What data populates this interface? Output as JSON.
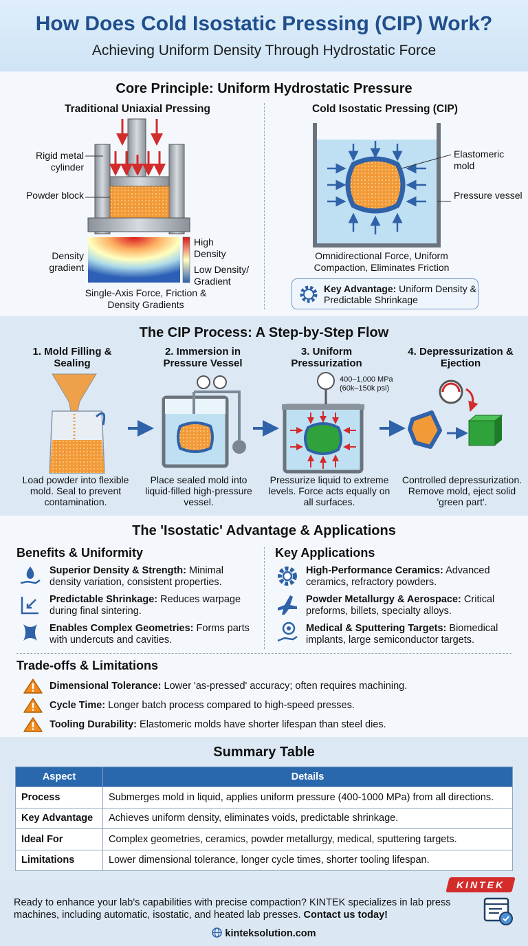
{
  "header": {
    "title": "How Does Cold Isostatic Pressing (CIP) Work?",
    "subtitle": "Achieving Uniform Density Through Hydrostatic Force"
  },
  "principle": {
    "title": "Core Principle: Uniform Hydrostatic Pressure",
    "left": {
      "title": "Traditional Uniaxial Pressing",
      "label_cylinder": "Rigid metal cylinder",
      "label_powder": "Powder block",
      "label_gradient": "Density gradient",
      "legend_high": "High Density",
      "legend_low": "Low Density/ Gradient",
      "caption": "Single-Axis Force, Friction & Density Gradients"
    },
    "right": {
      "title": "Cold Isostatic Pressing (CIP)",
      "label_mold": "Elastomeric mold",
      "label_vessel": "Pressure vessel",
      "caption": "Omnidirectional Force, Uniform Compaction, Eliminates Friction",
      "key_label": "Key Advantage:",
      "key_text": " Uniform Density & Predictable Shrinkage"
    }
  },
  "process": {
    "title": "The CIP Process: A Step-by-Step Flow",
    "steps": [
      {
        "title": "1. Mold Filling & Sealing",
        "desc": "Load powder into flexible mold. Seal to prevent contamination."
      },
      {
        "title": "2. Immersion in Pressure Vessel",
        "desc": "Place sealed mold into liquid-filled high-pressure vessel."
      },
      {
        "title": "3. Uniform Pressurization",
        "desc": "Pressurize liquid to extreme levels. Force acts equally on all surfaces."
      },
      {
        "title": "4. Depressurization & Ejection",
        "desc": "Controlled depressurization. Remove mold, eject solid 'green part'."
      }
    ],
    "pressure_label": "400–1,000 MPa",
    "pressure_label_psi": "(60k–150k psi)"
  },
  "advantage": {
    "title": "The 'Isostatic' Advantage & Applications",
    "benefits_title": "Benefits & Uniformity",
    "benefits": [
      {
        "icon": "droplet-hand-icon",
        "bold": "Superior Density & Strength:",
        "text": " Minimal density variation, consistent properties."
      },
      {
        "icon": "shrink-arrows-icon",
        "bold": "Predictable Shrinkage:",
        "text": " Reduces warpage during final sintering."
      },
      {
        "icon": "complex-shape-icon",
        "bold": "Enables Complex Geometries:",
        "text": " Forms parts with undercuts and cavities."
      }
    ],
    "apps_title": "Key Applications",
    "apps": [
      {
        "icon": "gear-icon",
        "bold": "High-Performance Ceramics:",
        "text": " Advanced ceramics, refractory powders."
      },
      {
        "icon": "airplane-icon",
        "bold": "Powder Metallurgy & Aerospace:",
        "text": " Critical preforms, billets, specialty alloys."
      },
      {
        "icon": "medical-hand-icon",
        "bold": "Medical & Sputtering Targets:",
        "text": " Biomedical implants, large semiconductor targets."
      }
    ],
    "tradeoffs_title": "Trade-offs & Limitations",
    "tradeoffs": [
      {
        "bold": "Dimensional Tolerance:",
        "text": " Lower 'as-pressed' accuracy; often requires machining."
      },
      {
        "bold": "Cycle Time:",
        "text": " Longer batch process compared to high-speed presses."
      },
      {
        "bold": "Tooling Durability:",
        "text": " Elastomeric molds have shorter lifespan than steel dies."
      }
    ]
  },
  "summary": {
    "title": "Summary Table",
    "headers": [
      "Aspect",
      "Details"
    ],
    "rows": [
      [
        "Process",
        "Submerges mold in liquid, applies uniform pressure (400-1000 MPa) from all directions."
      ],
      [
        "Key Advantage",
        "Achieves uniform density, eliminates voids, predictable shrinkage."
      ],
      [
        "Ideal For",
        "Complex geometries, ceramics, powder metallurgy, medical, sputtering targets."
      ],
      [
        "Limitations",
        "Lower dimensional tolerance, longer cycle times, shorter tooling lifespan."
      ]
    ]
  },
  "footer": {
    "logo": "KINTEK",
    "text": "Ready to enhance your lab's capabilities with precise compaction? KINTEK specializes in lab press machines, including automatic, isostatic, and heated lab presses. ",
    "cta": "Contact us today!",
    "url": "kinteksolution.com"
  },
  "colors": {
    "title_blue": "#1f4f8c",
    "powder_orange": "#f29a38",
    "mold_blue": "#2f62a8",
    "arrow_red": "#d22b2b",
    "green_part": "#2fa23b",
    "warning_orange": "#f08a1c"
  }
}
